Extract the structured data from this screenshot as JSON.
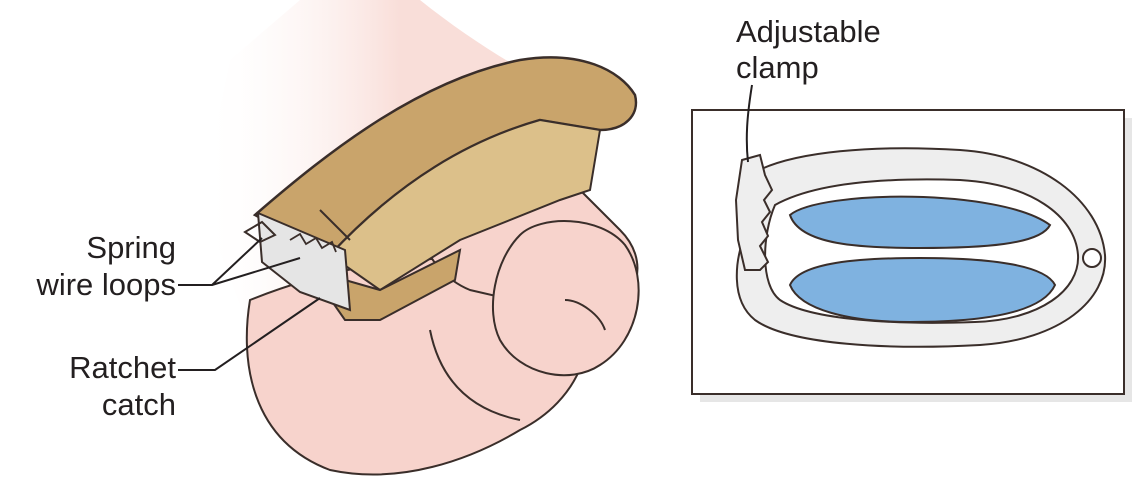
{
  "labels": {
    "spring_line1": "Spring",
    "spring_line2": "wire loops",
    "ratchet_line1": "Ratchet",
    "ratchet_line2": "catch",
    "clamp_line1": "Adjustable",
    "clamp_line2": "clamp"
  },
  "colors": {
    "skin": "#f7d3cc",
    "skin_shadow": "#efbcb3",
    "clamp_gold": "#c9a46b",
    "clamp_gold_dark": "#a88450",
    "metal": "#d9d9d9",
    "cushion_blue": "#7fb2e0",
    "outline": "#3a2e2a"
  }
}
